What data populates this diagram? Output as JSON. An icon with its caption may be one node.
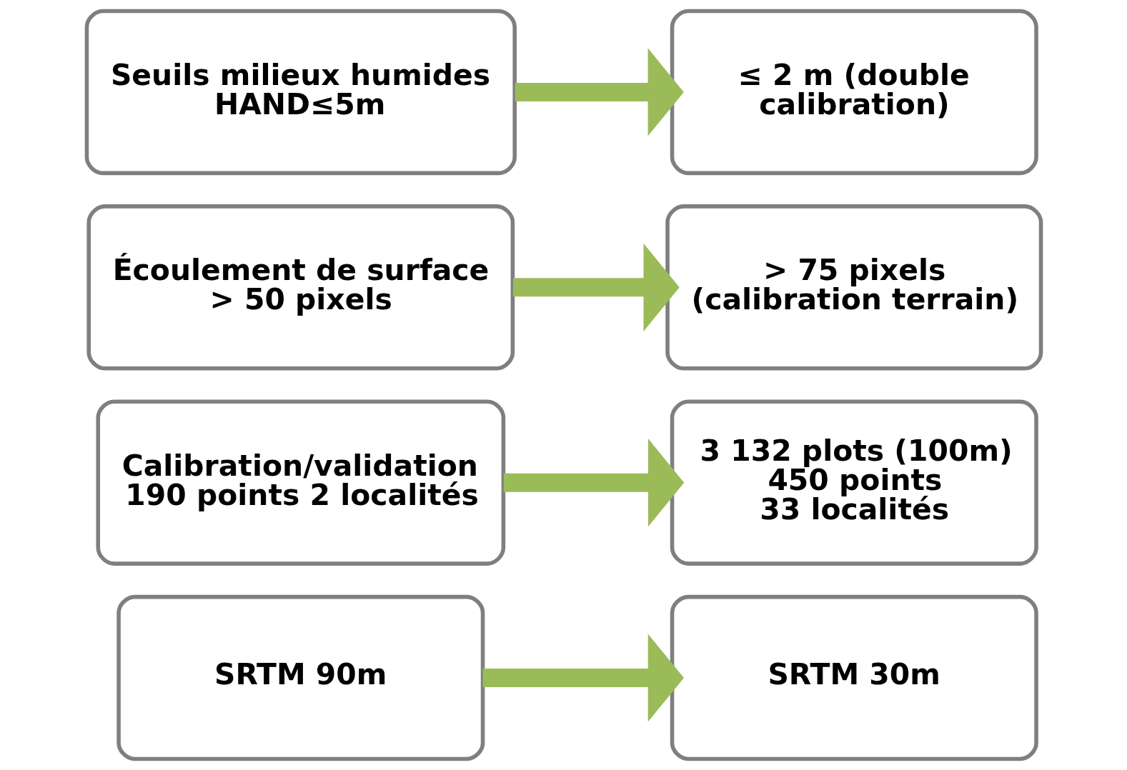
{
  "diagram": {
    "nodes": [
      {
        "text": [
          "SRTM 90m"
        ]
      },
      {
        "text": [
          "SRTM 30m"
        ]
      },
      {
        "text": [
          "Calibration/validation",
          "190 points 2 localités"
        ]
      },
      {
        "text": [
          "3 132 plots (100m)",
          "450 points",
          "33 localités"
        ]
      },
      {
        "text": [
          "Écoulement de surface > 50 pixels"
        ]
      },
      {
        "text": [
          "> 75 pixels (calibration terrain)"
        ]
      },
      {
        "text": [
          "Seuils milieux humides HAND≤5m"
        ]
      },
      {
        "text": [
          "≤ 2 m (double calibration)"
        ]
      }
    ],
    "edges": [
      {
        "from": 0,
        "to": 1,
        "arrow": "to"
      },
      {
        "from": 2,
        "to": 3,
        "arrow": "to"
      },
      {
        "from": 4,
        "to": 5,
        "arrow": "to"
      },
      {
        "from": 6,
        "to": 7,
        "arrow": "to"
      }
    ]
  }
}
